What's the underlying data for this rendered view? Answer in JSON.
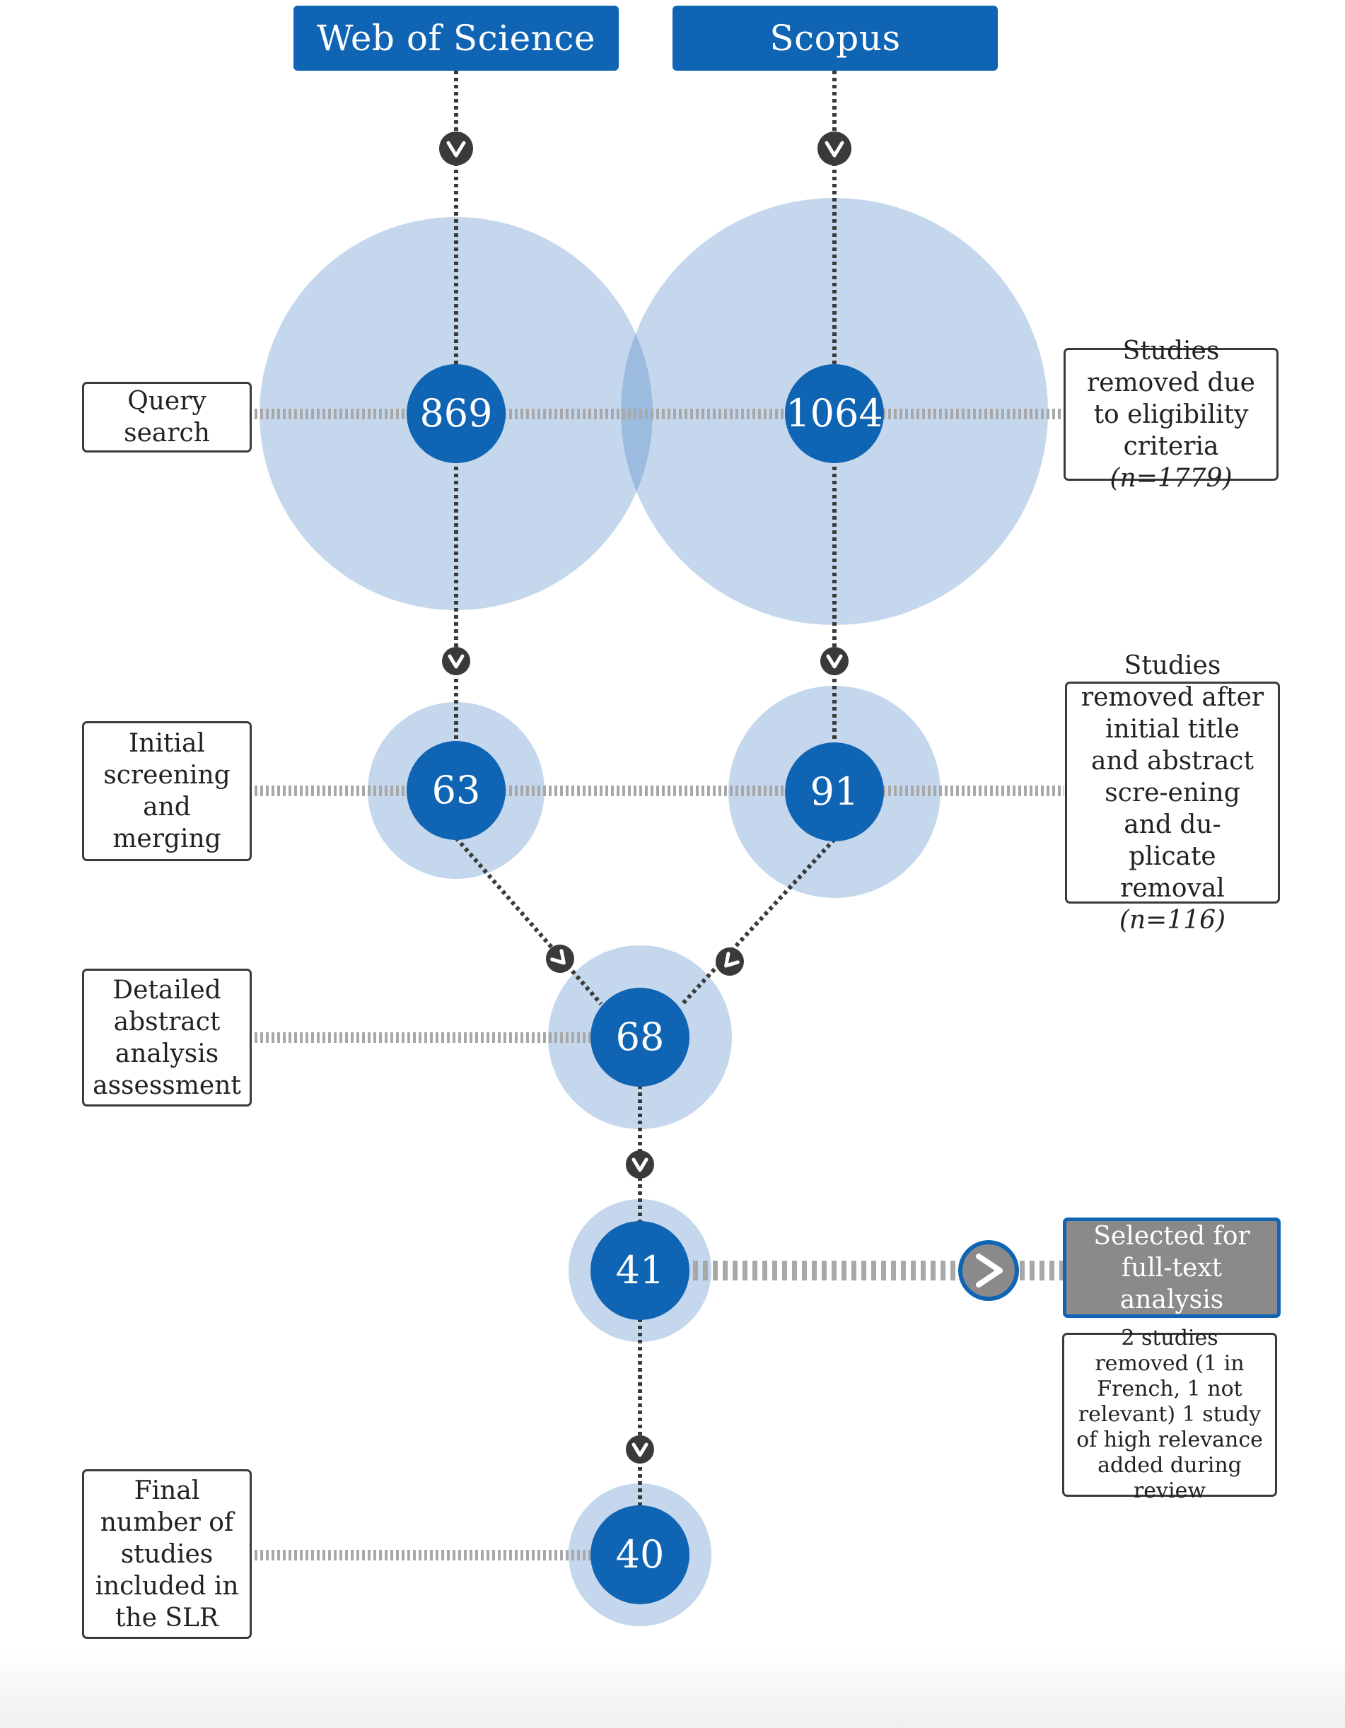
{
  "colors": {
    "primary_blue": "#0f64b4",
    "halo_blue": "#c4d7ec",
    "arrow_dark": "#3a3a3a",
    "selected_gray": "#8a8a8a"
  },
  "sources": {
    "wos": "Web of Science",
    "scopus": "Scopus"
  },
  "counts": {
    "wos_query": "869",
    "scopus_query": "1064",
    "wos_screened": "63",
    "scopus_screened": "91",
    "abstract_assessed": "68",
    "fulltext": "41",
    "final": "40"
  },
  "stages": {
    "query_search": "Query search",
    "initial_screening": "Initial screening and merging",
    "detailed_abstract": "Detailed abstract analysis assessment",
    "final_number": "Final number of studies included in the SLR"
  },
  "removals": {
    "eligibility_text": "Studies removed due to eligibility criteria",
    "eligibility_n": "(n=1779)",
    "screening_text": "Studies removed after initial title and abstract scre-ening and du-plicate removal",
    "screening_n": "(n=116)",
    "selected_fulltext": "Selected for full-text analysis",
    "fulltext_note": "2 studies removed (1 in French, 1 not relevant) 1 study of high relevance added during review"
  },
  "icons": {
    "flow_arrow": "chevron-down-icon",
    "side_arrow": "chevron-right-icon"
  }
}
